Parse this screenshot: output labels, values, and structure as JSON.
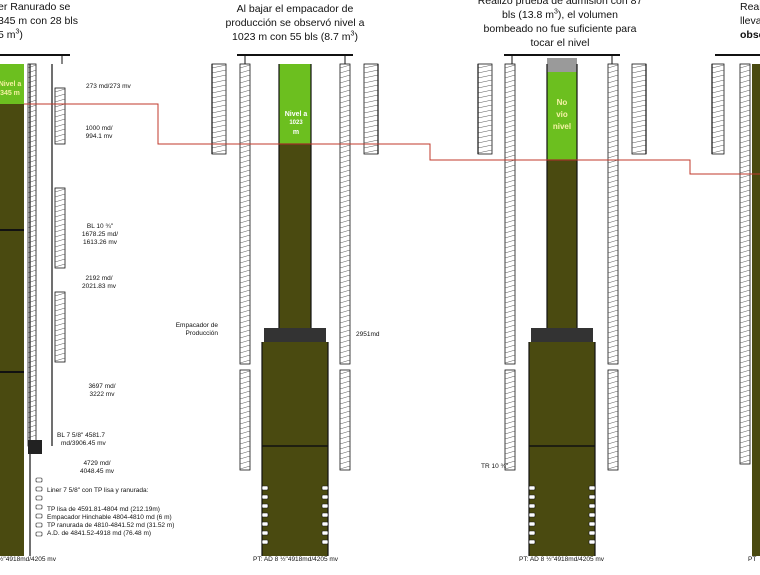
{
  "panels": [
    {
      "caption": [
        "er Ranurado se",
        "345 m con 28 bls",
        "5 m",
        ")"
      ],
      "level_label": [
        "Nivel a",
        "345 m"
      ],
      "footer": "½\"4918md/4205 mv"
    },
    {
      "caption": [
        "Al bajar el empacador de",
        "producción se observó nivel a",
        "1023 m con 55 bls (8.7 m",
        ")"
      ],
      "level_label": [
        "Nivel a",
        "1023",
        "m"
      ],
      "footer": "PT: AD 8 ½\"4918md/4205 mv"
    },
    {
      "caption": [
        "Realizó prueba de admisión con 87",
        "bls (13.8 m",
        "), el volumen",
        "bombeado no fue suficiente para",
        "tocar el nivel"
      ],
      "level_label": [
        "No",
        "vio",
        "nivel"
      ],
      "footer": "PT: AD 8 ½\"4918md/4205 mv"
    },
    {
      "caption": [
        "Real",
        "lleva",
        "obse"
      ],
      "footer": "PT"
    }
  ],
  "superscript": "3",
  "annotations": {
    "a273": "273 md/273 mv",
    "a1000": [
      "1000  md/",
      "994.1 mv"
    ],
    "bl10": [
      "BL 10 ¾\"",
      "1678.25 md/",
      "1613.26 mv"
    ],
    "a2192": [
      "2192  md/",
      "2021.83 mv"
    ],
    "a3697": [
      "3697  md/",
      "3222 mv"
    ],
    "bl7": [
      "BL 7 5/8\" 4581.7",
      "md/3906.45 mv"
    ],
    "a4729": [
      "4729  md/",
      "4048.45 mv"
    ],
    "liner": "Liner 7 5/8\" con TP lisa y ranurada:",
    "liner_detail": [
      "TP lisa de 4591.81-4804 md (212.19m)",
      "Empacador Hinchable 4804-4810 md (6 m)",
      "TP ranurada de 4810-4841.52 md (31.52 m)",
      "A.D. de 4841.52-4918 md (76.48 m)"
    ],
    "packer": [
      "Empacador de",
      "Producción"
    ],
    "depth_2951": "2951md",
    "tr10": "TR 10 ¾\""
  },
  "colors": {
    "fluid": "#4a4a10",
    "level": "#6cbf1f",
    "casing_line": "#111111",
    "level_link": "#c0392b",
    "gas_cap": "#9a9a9a",
    "text": "#111111"
  }
}
